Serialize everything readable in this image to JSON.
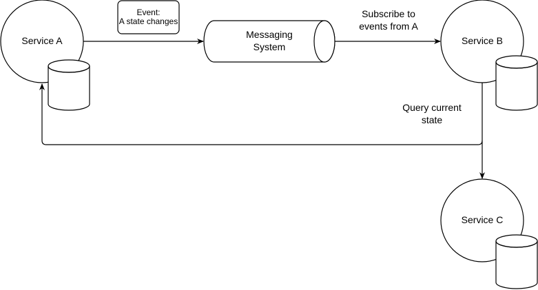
{
  "nodes": {
    "service_a": "Service A",
    "service_b": "Service B",
    "service_c": "Service C",
    "messaging_line1": "Messaging",
    "messaging_line2": "System"
  },
  "labels": {
    "event_line1": "Event:",
    "event_line2": "A state changes",
    "subscribe_line1": "Subscribe to",
    "subscribe_line2": "events from A",
    "query_line1": "Query current",
    "query_line2": "state"
  }
}
